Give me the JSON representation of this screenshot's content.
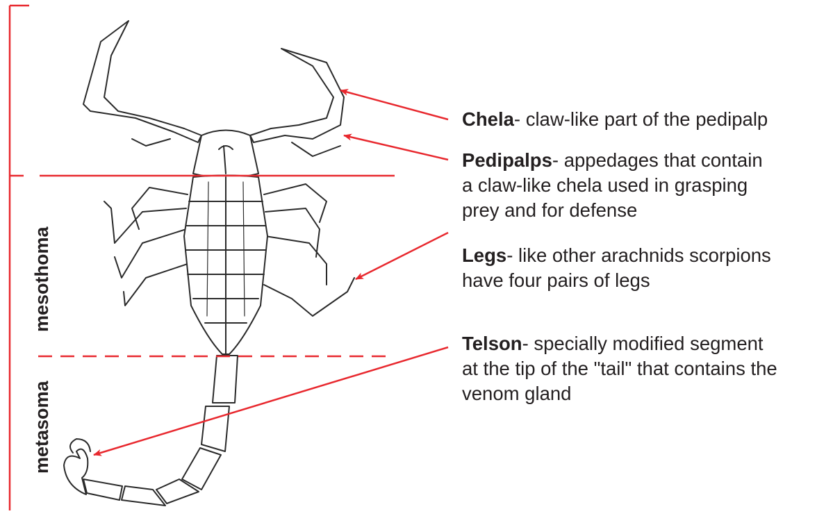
{
  "labels": {
    "chela": {
      "term": "Chela",
      "desc": "- claw-like part of the pedipalp"
    },
    "pedipalps": {
      "term": "Pedipalps",
      "desc": "- appedages that contain",
      "line2": "a claw-like chela used in grasping",
      "line3": "prey and for defense"
    },
    "legs": {
      "term": "Legs",
      "desc": "- like other arachnids scorpions",
      "line2": "have four pairs of legs"
    },
    "telson": {
      "term": "Telson",
      "desc": "- specially modified segment",
      "line2": "at the tip of the \"tail\" that contains the",
      "line3": "venom gland"
    }
  },
  "regions": {
    "mesothoma": "mesothoma",
    "metasoma": "metasoma"
  },
  "colors": {
    "accent": "#e8282e",
    "text": "#231f20",
    "drawing": "#2a2a2a"
  }
}
